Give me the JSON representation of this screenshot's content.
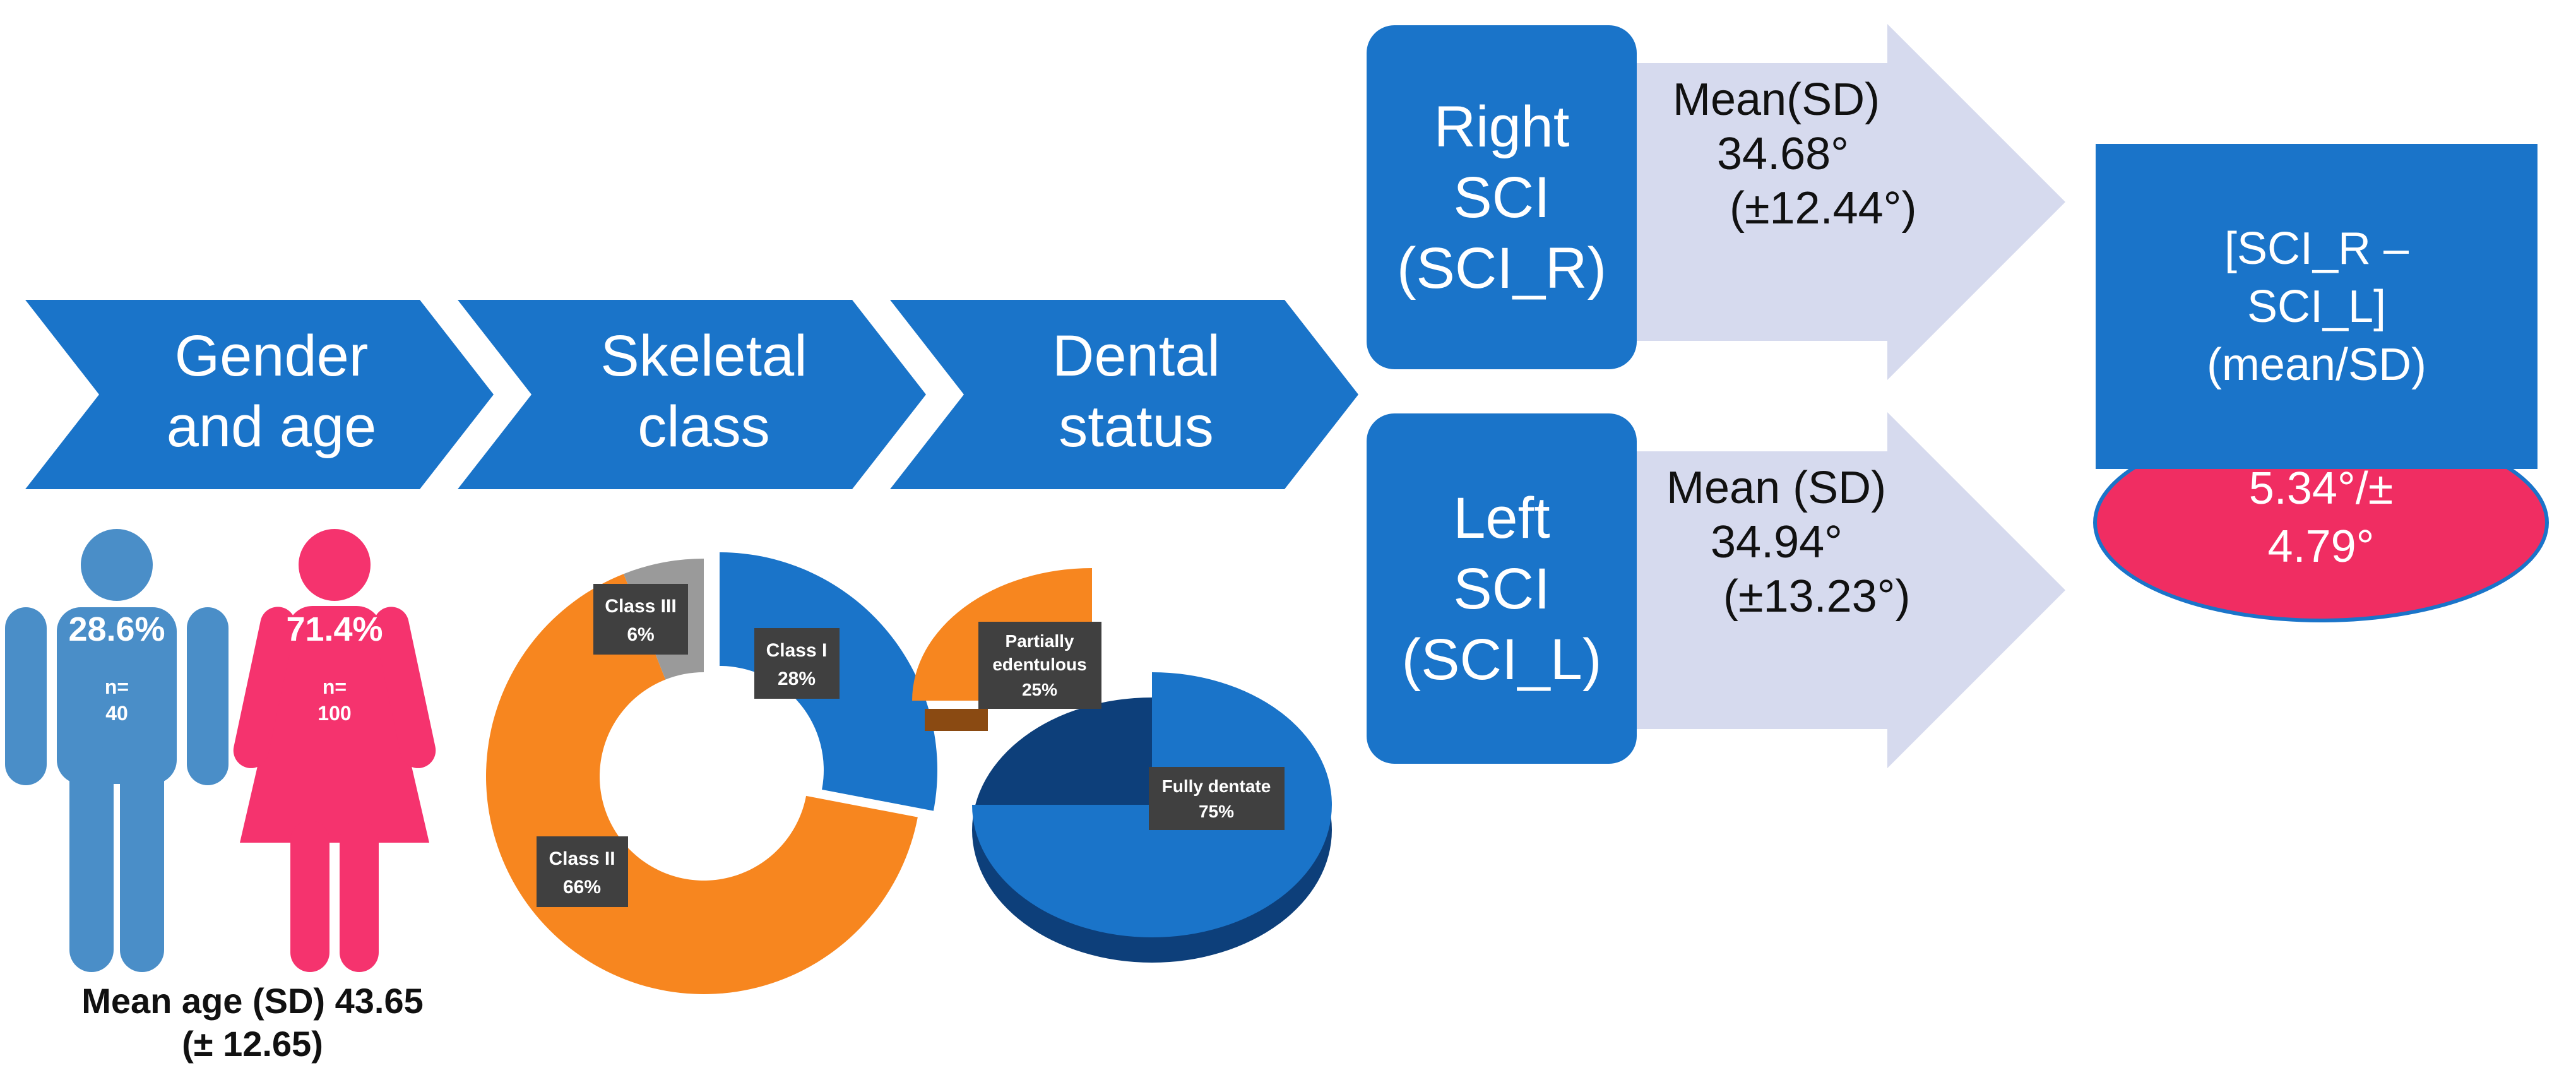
{
  "steps": [
    {
      "line1": "Gender",
      "line2": "and age"
    },
    {
      "line1": "Skeletal",
      "line2": "class"
    },
    {
      "line1": "Dental",
      "line2": "status"
    }
  ],
  "gender": {
    "male": {
      "percent": "28.6%",
      "n_label": "n=",
      "n_value": "40",
      "color": "#4a8ec8"
    },
    "female": {
      "percent": "71.4%",
      "n_label": "n=",
      "n_value": "100",
      "color": "#f5336e"
    },
    "mean_age_line1": "Mean age (SD) 43.65",
    "mean_age_line2": "(± 12.65)"
  },
  "chart_data": [
    {
      "type": "pie",
      "style": "donut",
      "slices": [
        {
          "label": "Class I",
          "value": 28,
          "value_label": "28%",
          "color": "#1a74c9"
        },
        {
          "label": "Class II",
          "value": 66,
          "value_label": "66%",
          "color": "#f7861f"
        },
        {
          "label": "Class III",
          "value": 6,
          "value_label": "6%",
          "color": "#9a9a9a"
        }
      ]
    },
    {
      "type": "pie",
      "style": "3d",
      "slices": [
        {
          "label": "Fully dentate",
          "value": 75,
          "value_label": "75%",
          "color": "#1a74c9"
        },
        {
          "label": "Partially edentulous",
          "value": 25,
          "value_label": "25%",
          "color": "#f7861f"
        }
      ]
    }
  ],
  "sci": {
    "right": {
      "line1": "Right",
      "line2": "SCI",
      "line3": "(SCI_R)",
      "stat_label": "Mean(SD)",
      "mean": "34.68°",
      "sd": "(±12.44°)"
    },
    "left": {
      "line1": "Left",
      "line2": "SCI",
      "line3": "(SCI_L)",
      "stat_label": "Mean (SD)",
      "mean": "34.94°",
      "sd": "(±13.23°)"
    }
  },
  "result": {
    "line1": "[SCI_R –",
    "line2": "SCI_L]",
    "line3": "(mean/SD)",
    "value_line1": "5.34°/±",
    "value_line2": "4.79°",
    "ellipse_color": "#f02d62"
  },
  "colors": {
    "primary_blue": "#1a74c9",
    "arrow_gray": "#d6daee"
  }
}
